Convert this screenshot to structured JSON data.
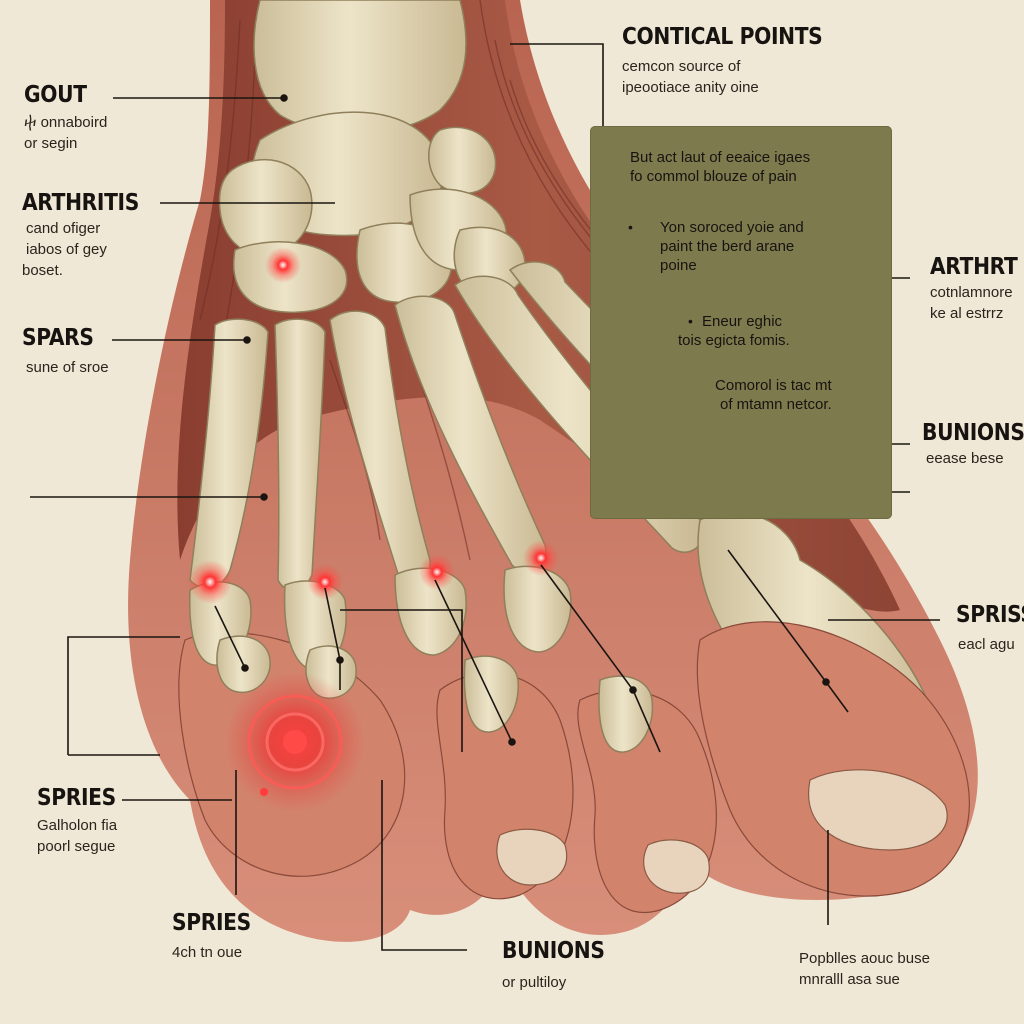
{
  "colors": {
    "background": "#efe8d6",
    "bone": "#e6dcbe",
    "bone_shadow": "#b9a982",
    "muscle": "#9a4a3a",
    "skin": "#d0806a",
    "inflammation": "#e8262a",
    "info_box": "#7d7b4e",
    "leader_line": "#1a1510"
  },
  "labels": {
    "gout": {
      "title": "GOUT",
      "lines": [
        "ⴕ onnaboird",
        "or segin"
      ]
    },
    "arthritis_left": {
      "title": "ARTHRITIS",
      "lines": [
        "cand ofiger",
        "iabos of gey",
        "boset."
      ]
    },
    "spars": {
      "title": "SPARS",
      "lines": [
        "sune of sroe"
      ]
    },
    "spries_mid": {
      "title": "SPRIES",
      "lines": [
        "Galholon fia",
        "poorl segue"
      ]
    },
    "spries_bottom": {
      "title": "SPRIES",
      "lines": [
        "4ch tn oue"
      ]
    },
    "bunions_bottom": {
      "title": "BUNIONS",
      "lines": [
        "or pultiloy"
      ]
    },
    "bottom_right": {
      "lines": [
        "Popblles aouc buse",
        "mnralll asa sue"
      ]
    },
    "contical_points": {
      "title": "CONTICAL POINTS",
      "lines": [
        "cemcon source of",
        "ipeootiace anity oine"
      ]
    },
    "arthrt_right": {
      "title": "ARTHRT",
      "lines": [
        "cotnlamnore",
        "ke al estrrz"
      ]
    },
    "bunions_right": {
      "title": "BUNIONS",
      "lines": [
        "eease bese"
      ]
    },
    "spriss_right": {
      "title": "SPRISS",
      "lines": [
        "eacl agu"
      ]
    }
  },
  "info_box": {
    "intro": [
      "But act laut of eeaice igaes",
      "fo commol blouze of pain"
    ],
    "bullet1": [
      "Yon soroced yoie and",
      "paint the berd arane",
      "poine"
    ],
    "bullet2": [
      "Eneur eghic",
      "tois egicta fomis."
    ],
    "closing": [
      "Comorol is tac mt",
      "of mtamn netcor."
    ]
  },
  "bullet_glyph": "•",
  "icons": [
    "foot-bones-illustration",
    "inflammation-marker"
  ]
}
